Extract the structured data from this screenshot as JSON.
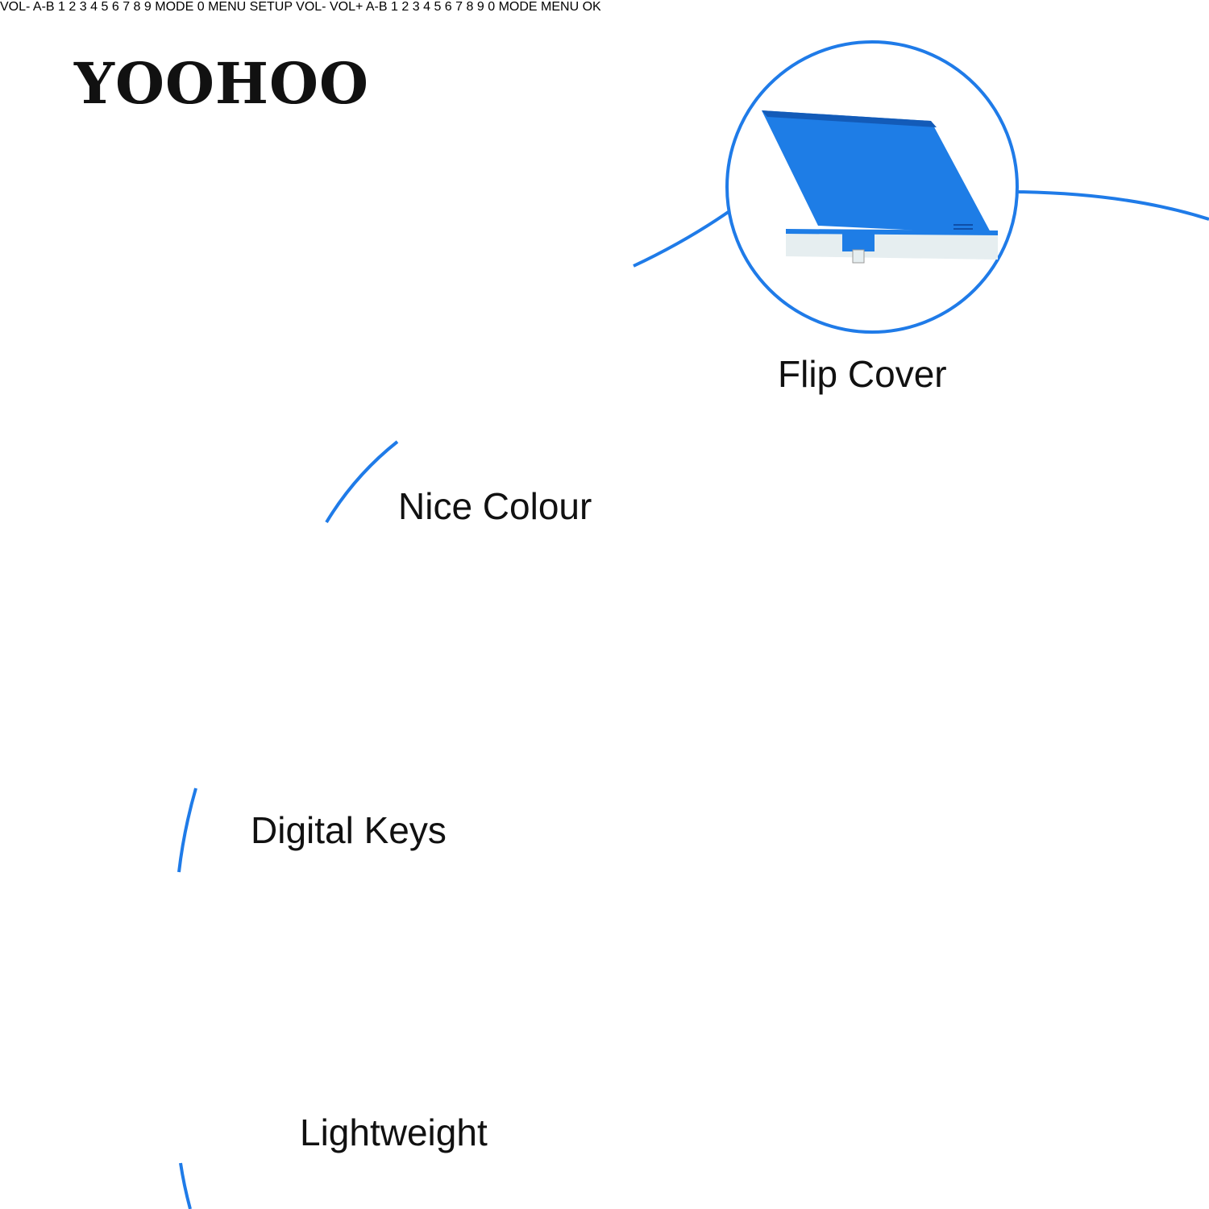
{
  "brand": {
    "name": "YOOHOO"
  },
  "features": [
    {
      "label": "Flip Cover"
    },
    {
      "label": "Nice Colour"
    },
    {
      "label": "Digital Keys"
    },
    {
      "label": "Lightweight"
    }
  ],
  "keypad": {
    "keys": [
      "1",
      "2",
      "3",
      "4",
      "5",
      "6",
      "7",
      "8",
      "9",
      "0"
    ],
    "mode": "MODE",
    "menu": "MENU",
    "vol_minus": "VOL-",
    "vol_plus": "VOL+",
    "ab": "A-B",
    "setup": "SETUP",
    "ok": "OK"
  },
  "colors": {
    "accent": "#1f7be8",
    "device_blue": "#1e7de6",
    "device_white": "#f3f7f5",
    "callout_line": "#1f7be8",
    "speaker_glow": "#5a5ae0"
  },
  "icons": [
    "rewind-icon",
    "fast-forward-icon",
    "play-pause-icon",
    "speaker-icon"
  ]
}
